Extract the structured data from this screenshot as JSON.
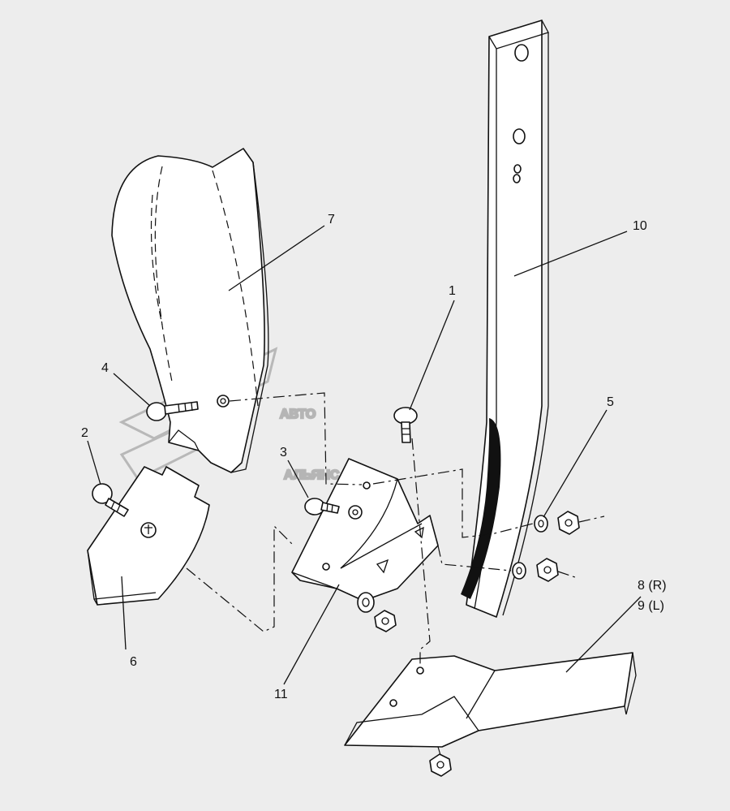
{
  "watermark": {
    "line1": "АВТО",
    "line2": "АЛЬЯНС"
  },
  "callouts": [
    {
      "id": "1",
      "label": "1"
    },
    {
      "id": "2",
      "label": "2"
    },
    {
      "id": "3",
      "label": "3"
    },
    {
      "id": "4",
      "label": "4"
    },
    {
      "id": "5",
      "label": "5"
    },
    {
      "id": "6",
      "label": "6"
    },
    {
      "id": "7",
      "label": "7"
    },
    {
      "id": "8",
      "label": "8 (R)"
    },
    {
      "id": "9",
      "label": "9 (L)"
    },
    {
      "id": "10",
      "label": "10"
    },
    {
      "id": "11",
      "label": "11"
    }
  ]
}
